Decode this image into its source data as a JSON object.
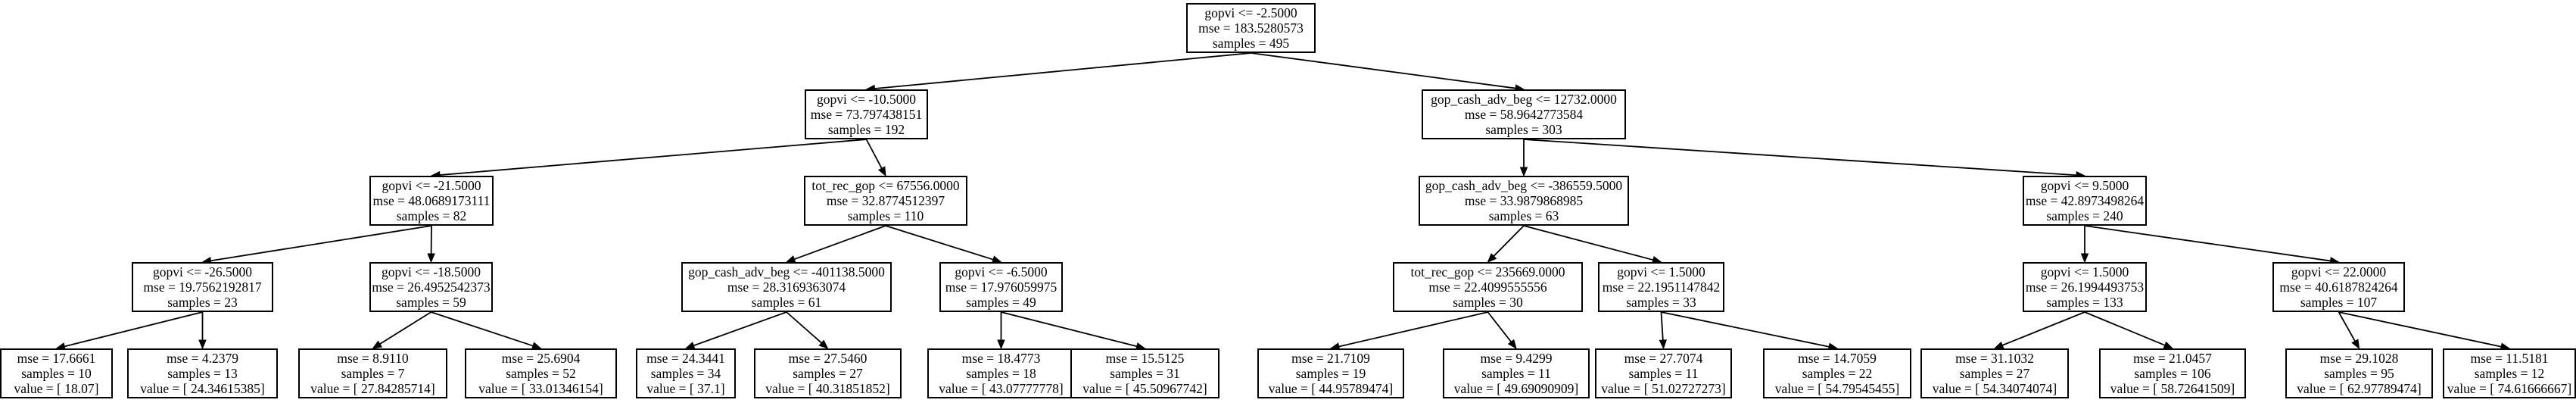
{
  "tree": {
    "nodes": [
      {
        "id": "n0",
        "lines": [
          "gopvi <= -2.5000",
          "mse = 183.5280573",
          "samples = 495"
        ]
      },
      {
        "id": "n1",
        "lines": [
          "gopvi <= -10.5000",
          "mse = 73.797438151",
          "samples = 192"
        ]
      },
      {
        "id": "n2",
        "lines": [
          "gop_cash_adv_beg <= 12732.0000",
          "mse = 58.9642773584",
          "samples = 303"
        ]
      },
      {
        "id": "n3",
        "lines": [
          "gopvi <= -21.5000",
          "mse = 48.0689173111",
          "samples = 82"
        ]
      },
      {
        "id": "n4",
        "lines": [
          "tot_rec_gop <= 67556.0000",
          "mse = 32.8774512397",
          "samples = 110"
        ]
      },
      {
        "id": "n5",
        "lines": [
          "gop_cash_adv_beg <= -386559.5000",
          "mse = 33.9879868985",
          "samples = 63"
        ]
      },
      {
        "id": "n6",
        "lines": [
          "gopvi <= 9.5000",
          "mse = 42.8973498264",
          "samples = 240"
        ]
      },
      {
        "id": "n7",
        "lines": [
          "gopvi <= -26.5000",
          "mse = 19.7562192817",
          "samples = 23"
        ]
      },
      {
        "id": "n8",
        "lines": [
          "gopvi <= -18.5000",
          "mse = 26.4952542373",
          "samples = 59"
        ]
      },
      {
        "id": "n9",
        "lines": [
          "gop_cash_adv_beg <= -401138.5000",
          "mse = 28.3169363074",
          "samples = 61"
        ]
      },
      {
        "id": "n10",
        "lines": [
          "gopvi <= -6.5000",
          "mse = 17.976059975",
          "samples = 49"
        ]
      },
      {
        "id": "n11",
        "lines": [
          "tot_rec_gop <= 235669.0000",
          "mse = 22.4099555556",
          "samples = 30"
        ]
      },
      {
        "id": "n12",
        "lines": [
          "gopvi <= 1.5000",
          "mse = 22.1951147842",
          "samples = 33"
        ]
      },
      {
        "id": "n13",
        "lines": [
          "gopvi <= 1.5000",
          "mse = 26.1994493753",
          "samples = 133"
        ]
      },
      {
        "id": "n14",
        "lines": [
          "gopvi <= 22.0000",
          "mse = 40.6187824264",
          "samples = 107"
        ]
      },
      {
        "id": "n15",
        "lines": [
          "mse = 17.6661",
          "samples = 10",
          "value = [ 18.07]"
        ]
      },
      {
        "id": "n16",
        "lines": [
          "mse = 4.2379",
          "samples = 13",
          "value = [ 24.34615385]"
        ]
      },
      {
        "id": "n17",
        "lines": [
          "mse = 8.9110",
          "samples = 7",
          "value = [ 27.84285714]"
        ]
      },
      {
        "id": "n18",
        "lines": [
          "mse = 25.6904",
          "samples = 52",
          "value = [ 33.01346154]"
        ]
      },
      {
        "id": "n19",
        "lines": [
          "mse = 24.3441",
          "samples = 34",
          "value = [ 37.1]"
        ]
      },
      {
        "id": "n20",
        "lines": [
          "mse = 27.5460",
          "samples = 27",
          "value = [ 40.31851852]"
        ]
      },
      {
        "id": "n21",
        "lines": [
          "mse = 18.4773",
          "samples = 18",
          "value = [ 43.07777778]"
        ]
      },
      {
        "id": "n22",
        "lines": [
          "mse = 15.5125",
          "samples = 31",
          "value = [ 45.50967742]"
        ]
      },
      {
        "id": "n23",
        "lines": [
          "mse = 21.7109",
          "samples = 19",
          "value = [ 44.95789474]"
        ]
      },
      {
        "id": "n24",
        "lines": [
          "mse = 9.4299",
          "samples = 11",
          "value = [ 49.69090909]"
        ]
      },
      {
        "id": "n25",
        "lines": [
          "mse = 27.7074",
          "samples = 11",
          "value = [ 51.02727273]"
        ]
      },
      {
        "id": "n26",
        "lines": [
          "mse = 14.7059",
          "samples = 22",
          "value = [ 54.79545455]"
        ]
      },
      {
        "id": "n27",
        "lines": [
          "mse = 31.1032",
          "samples = 27",
          "value = [ 54.34074074]"
        ]
      },
      {
        "id": "n28",
        "lines": [
          "mse = 21.0457",
          "samples = 106",
          "value = [ 58.72641509]"
        ]
      },
      {
        "id": "n29",
        "lines": [
          "mse = 29.1028",
          "samples = 95",
          "value = [ 62.97789474]"
        ]
      },
      {
        "id": "n30",
        "lines": [
          "mse = 11.5181",
          "samples = 12",
          "value = [ 74.61666667]"
        ]
      }
    ],
    "edges": [
      [
        "n0",
        "n1"
      ],
      [
        "n0",
        "n2"
      ],
      [
        "n1",
        "n3"
      ],
      [
        "n1",
        "n4"
      ],
      [
        "n2",
        "n5"
      ],
      [
        "n2",
        "n6"
      ],
      [
        "n3",
        "n7"
      ],
      [
        "n3",
        "n8"
      ],
      [
        "n4",
        "n9"
      ],
      [
        "n4",
        "n10"
      ],
      [
        "n5",
        "n11"
      ],
      [
        "n5",
        "n12"
      ],
      [
        "n6",
        "n13"
      ],
      [
        "n6",
        "n14"
      ],
      [
        "n7",
        "n15"
      ],
      [
        "n7",
        "n16"
      ],
      [
        "n8",
        "n17"
      ],
      [
        "n8",
        "n18"
      ],
      [
        "n9",
        "n19"
      ],
      [
        "n9",
        "n20"
      ],
      [
        "n10",
        "n21"
      ],
      [
        "n10",
        "n22"
      ],
      [
        "n11",
        "n23"
      ],
      [
        "n11",
        "n24"
      ],
      [
        "n12",
        "n25"
      ],
      [
        "n12",
        "n26"
      ],
      [
        "n13",
        "n27"
      ],
      [
        "n13",
        "n28"
      ],
      [
        "n14",
        "n29"
      ],
      [
        "n14",
        "n30"
      ]
    ]
  }
}
